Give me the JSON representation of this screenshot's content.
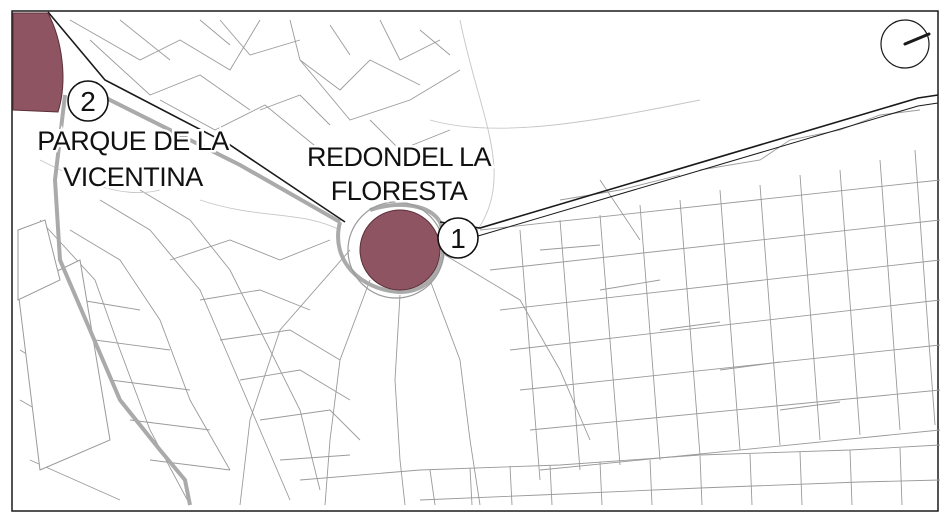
{
  "labels": {
    "redondel_line1": "REDONDEL LA",
    "redondel_line2": "FLORESTA",
    "parque_line1": "PARQUE DE LA",
    "parque_line2": "VICENTINA"
  },
  "markers": {
    "redondel_number": "1",
    "parque_number": "2"
  },
  "icons": {
    "north_arrow": "compass-needle-icon"
  },
  "colors": {
    "highlight_fill": "#8e5461",
    "street_line": "#9a9a9a",
    "road_outline": "#1a1a1a",
    "route_gray": "#aaaaaa",
    "background": "#ffffff"
  }
}
